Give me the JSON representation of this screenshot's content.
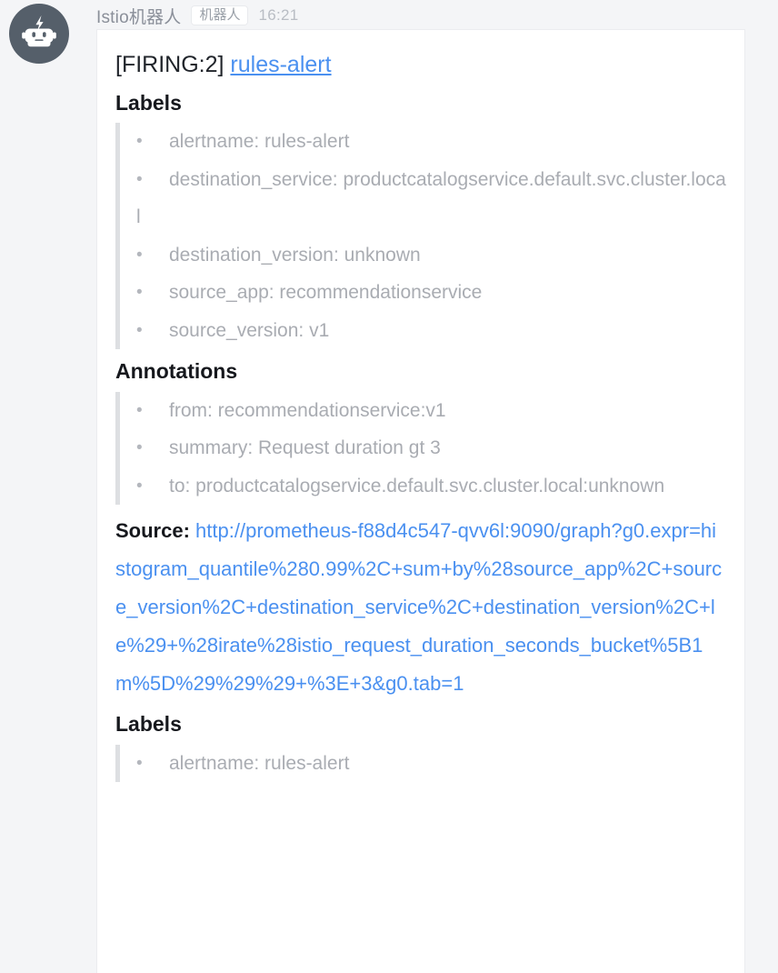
{
  "header": {
    "sender": "Istio机器人",
    "badge": "机器人",
    "time": "16:21",
    "avatar_icon": "robot-avatar-icon",
    "avatar_color": "#555f6a"
  },
  "card": {
    "title": {
      "state": "[FIRING:2]",
      "name": "rules-alert",
      "link_color": "#4a90f0"
    },
    "sections": [
      {
        "heading": "Labels",
        "items": [
          "alertname: rules-alert",
          "destination_service: productcatalogservice.default.svc.cluster.local",
          "destination_version: unknown",
          "source_app: recommendationservice",
          "source_version: v1"
        ]
      },
      {
        "heading": "Annotations",
        "items": [
          "from: recommendationservice:v1",
          "summary: Request duration gt 3",
          "to: productcatalogservice.default.svc.cluster.local:unknown"
        ]
      }
    ],
    "source": {
      "label": "Source:",
      "url": "http://prometheus-f88d4c547-qvv6l:9090/graph?g0.expr=histogram_quantile%280.99%2C+sum+by%28source_app%2C+source_version%2C+destination_service%2C+destination_version%2C+le%29+%28irate%28istio_request_duration_seconds_bucket%5B1m%5D%29%29%29+%3E+3&g0.tab=1"
    },
    "trailing_section": {
      "heading": "Labels",
      "items": [
        "alertname: rules-alert"
      ]
    }
  }
}
